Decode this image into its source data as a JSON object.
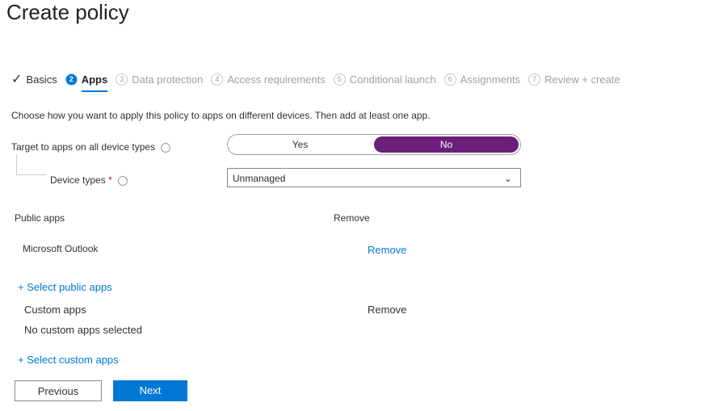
{
  "title": "Create policy",
  "steps": [
    {
      "num": "✓",
      "label": "Basics"
    },
    {
      "num": "2",
      "label": "Apps"
    },
    {
      "num": "3",
      "label": "Data protection"
    },
    {
      "num": "4",
      "label": "Access requirements"
    },
    {
      "num": "5",
      "label": "Conditional launch"
    },
    {
      "num": "6",
      "label": "Assignments"
    },
    {
      "num": "7",
      "label": "Review + create"
    }
  ],
  "intro": "Choose how you want to apply this policy to apps on different devices. Then add at least one app.",
  "target_label": "Target to apps on all device types",
  "toggle": {
    "yes": "Yes",
    "no": "No",
    "selected": "No"
  },
  "device_types_label": "Device types",
  "required_mark": "*",
  "device_types_value": "Unmanaged",
  "public_apps": {
    "header": "Public apps",
    "remove_header": "Remove",
    "rows": [
      {
        "name": "Microsoft Outlook",
        "action": "Remove"
      }
    ],
    "add_link": "+ Select public apps"
  },
  "custom_apps": {
    "header": "Custom apps",
    "remove_header": "Remove",
    "empty": "No custom apps selected",
    "add_link": "+ Select custom apps"
  },
  "buttons": {
    "previous": "Previous",
    "next": "Next"
  },
  "colors": {
    "accent": "#0078d4",
    "toggle": "#6b1f7b"
  }
}
